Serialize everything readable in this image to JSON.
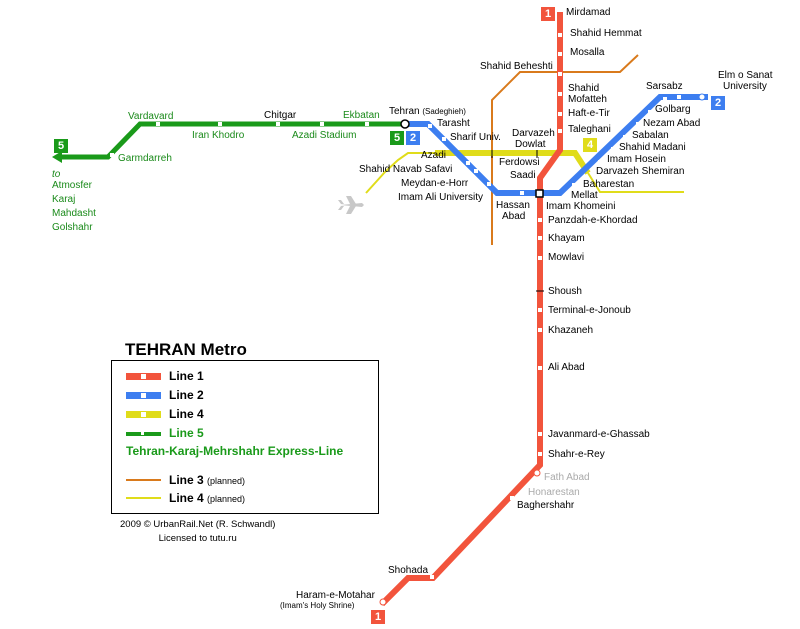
{
  "colors": {
    "line1": "#f2543c",
    "line2": "#3d7ef0",
    "line4": "#e0dc1a",
    "line5": "#1a9a1a",
    "line3_planned": "#d97a1c",
    "line4_planned": "#e0dc1a"
  },
  "badges": {
    "line1": "1",
    "line2": "2",
    "line4": "4",
    "line5": "5"
  },
  "line1_stations": {
    "mirdamad": "Mirdamad",
    "shahid_hemmat": "Shahid Hemmat",
    "mosalla": "Mosalla",
    "shahid_mofatteh_1": "Shahid",
    "shahid_mofatteh_2": "Mofatteh",
    "haft_e_tir": "Haft-e-Tir",
    "taleghani": "Taleghani",
    "darvazeh_dowlat_1": "Darvazeh",
    "darvazeh_dowlat_2": "Dowlat",
    "saadi": "Saadi",
    "imam_khomeini": "Imam Khomeini",
    "panzdah_e_khordad": "Panzdah-e-Khordad",
    "khayam": "Khayam",
    "mowlavi": "Mowlavi",
    "shoush": "Shoush",
    "terminal_e_jonoub": "Terminal-e-Jonoub",
    "khazaneh": "Khazaneh",
    "ali_abad": "Ali Abad",
    "javanmard": "Javanmard-e-Ghassab",
    "shahr_e_rey": "Shahr-e-Rey",
    "fath_abad": "Fath Abad",
    "honarestan": "Honarestan",
    "baghershahr": "Baghershahr",
    "shohada": "Shohada",
    "haram_1": "Haram-e-Motahar",
    "haram_2": "(Imam's Holy Shrine)"
  },
  "line2_stations": {
    "elm_o_sanat_1": "Elm o Sanat",
    "elm_o_sanat_2": "University",
    "sarsabz": "Sarsabz",
    "golbarg": "Golbarg",
    "nezam_abad": "Nezam Abad",
    "sabalan": "Sabalan",
    "shahid_madani": "Shahid Madani",
    "imam_hosein": "Imam Hosein",
    "darvazeh_shemiran": "Darvazeh Shemiran",
    "baharestan": "Baharestan",
    "mellat": "Mellat",
    "hassan_abad_1": "Hassan",
    "hassan_abad_2": "Abad",
    "imam_ali_university": "Imam Ali University",
    "meydan_e_horr": "Meydan-e-Horr",
    "shahid_navab_safavi": "Shahid Navab Safavi",
    "azadi": "Azadi",
    "sharif_univ": "Sharif Univ.",
    "tarasht": "Tarasht",
    "tehran_sadeghieh": "Tehran",
    "tehran_sadeghieh_sub": "(Sadeghieh)"
  },
  "line3_stations": {
    "shahid_beheshti": "Shahid Beheshti"
  },
  "line4_stations": {
    "ferdowsi": "Ferdowsi"
  },
  "line5_stations": {
    "ekbatan": "Ekbatan",
    "chitgar": "Chitgar",
    "azadi_stadium": "Azadi Stadium",
    "iran_khodro": "Iran Khodro",
    "vardavard": "Vardavard",
    "garmdarreh": "Garmdarreh",
    "to": "to",
    "atmosfer": "Atmosfer",
    "karaj": "Karaj",
    "mahdasht": "Mahdasht",
    "golshahr": "Golshahr"
  },
  "legend": {
    "title": "TEHRAN Metro",
    "line1": "Line 1",
    "line2": "Line 2",
    "line4": "Line 4",
    "line5": "Line 5",
    "express": "Tehran-Karaj-Mehrshahr Express-Line",
    "line3_planned": "Line 3",
    "line4_planned": "Line 4",
    "planned_note": "(planned)"
  },
  "credit": {
    "line1": "2009 © UrbanRail.Net (R. Schwandl)",
    "line2": "Licensed to tutu.ru"
  },
  "icons": {
    "airport": "airplane-icon"
  }
}
